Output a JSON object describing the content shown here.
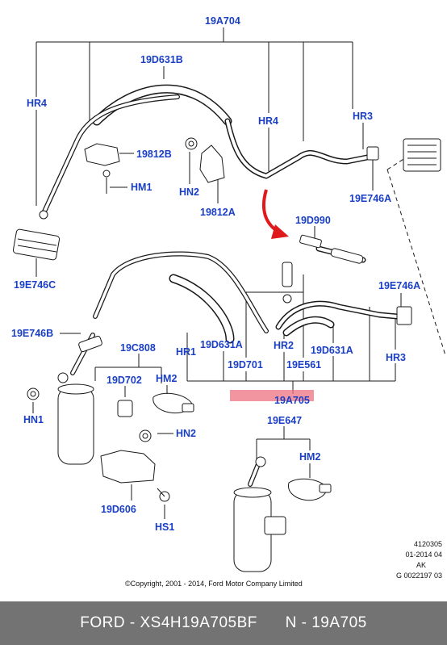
{
  "labels": {
    "l19A704": "19A704",
    "l19D631B": "19D631B",
    "lHR4a": "HR4",
    "lHR4b": "HR4",
    "lHR3a": "HR3",
    "l19812B": "19812B",
    "lHM1": "HM1",
    "lHN2a": "HN2",
    "l19812A": "19812A",
    "l19E746Aa": "19E746A",
    "l19D990": "19D990",
    "l19E746C": "19E746C",
    "l19E746Ab": "19E746A",
    "l19E746B": "19E746B",
    "l19C808": "19C808",
    "lHR1": "HR1",
    "l19D631Aa": "19D631A",
    "lHR2": "HR2",
    "l19D631Ab": "19D631A",
    "l19D701": "19D701",
    "l19E561": "19E561",
    "lHR3b": "HR3",
    "l19D702": "19D702",
    "lHM2a": "HM2",
    "l19A705": "19A705",
    "lHN1": "HN1",
    "lHN2b": "HN2",
    "l19E647": "19E647",
    "lHM2b": "HM2",
    "l19D606": "19D606",
    "lHS1": "HS1"
  },
  "meta": {
    "line1": "4120305",
    "line2": "01-2014 04",
    "line3": "AK",
    "line4": "G 0022197 03"
  },
  "copyright": "©Copyright, 2001 - 2014, Ford Motor Company Limited",
  "footer": {
    "left": "FORD - XS4H19A705BF",
    "right": "N - 19A705"
  },
  "colors": {
    "label_blue": "#1a3fc4",
    "arrow_red": "#e0191c",
    "highlight": "#ef7082",
    "footer_bg": "#737373"
  }
}
